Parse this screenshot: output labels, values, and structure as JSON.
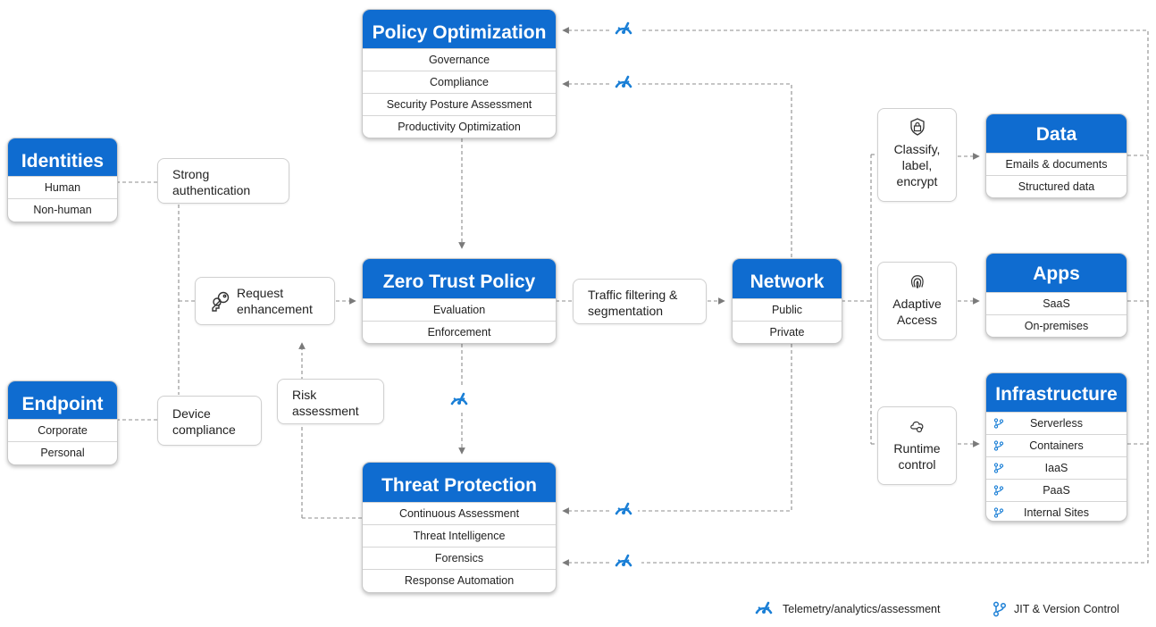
{
  "policy_optimization": {
    "title": "Policy Optimization",
    "items": [
      "Governance",
      "Compliance",
      "Security Posture Assessment",
      "Productivity Optimization"
    ]
  },
  "identities": {
    "title": "Identities",
    "items": [
      "Human",
      "Non-human"
    ]
  },
  "endpoint": {
    "title": "Endpoint",
    "items": [
      "Corporate",
      "Personal"
    ]
  },
  "strong_authentication": "Strong authentication",
  "device_compliance": "Device compliance",
  "request_enhancement": "Request enhancement",
  "risk_assessment": "Risk assessment",
  "zero_trust_policy": {
    "title": "Zero Trust Policy",
    "items": [
      "Evaluation",
      "Enforcement"
    ]
  },
  "traffic_filtering": "Traffic filtering & segmentation",
  "network": {
    "title": "Network",
    "items": [
      "Public",
      "Private"
    ]
  },
  "threat_protection": {
    "title": "Threat Protection",
    "items": [
      "Continuous Assessment",
      "Threat Intelligence",
      "Forensics",
      "Response Automation"
    ]
  },
  "classify": "Classify, label, encrypt",
  "adaptive_access": "Adaptive Access",
  "runtime_control": "Runtime control",
  "data": {
    "title": "Data",
    "items": [
      "Emails & documents",
      "Structured data"
    ]
  },
  "apps": {
    "title": "Apps",
    "items": [
      "SaaS",
      "On-premises"
    ]
  },
  "infrastructure": {
    "title": "Infrastructure",
    "items": [
      "Serverless",
      "Containers",
      "IaaS",
      "PaaS",
      "Internal Sites"
    ]
  },
  "legend": {
    "telemetry": "Telemetry/analytics/assessment",
    "jit": "JIT & Version Control"
  },
  "colors": {
    "accent": "#0f6cd0",
    "line": "#8c8c8c",
    "icon": "#1a7fd6"
  },
  "icons": {
    "telemetry": "gauge-icon",
    "jit": "branch-icon",
    "request": "key-icon",
    "classify": "lock-shield-icon",
    "adaptive": "fingerprint-icon",
    "runtime": "cloud-gear-icon"
  }
}
